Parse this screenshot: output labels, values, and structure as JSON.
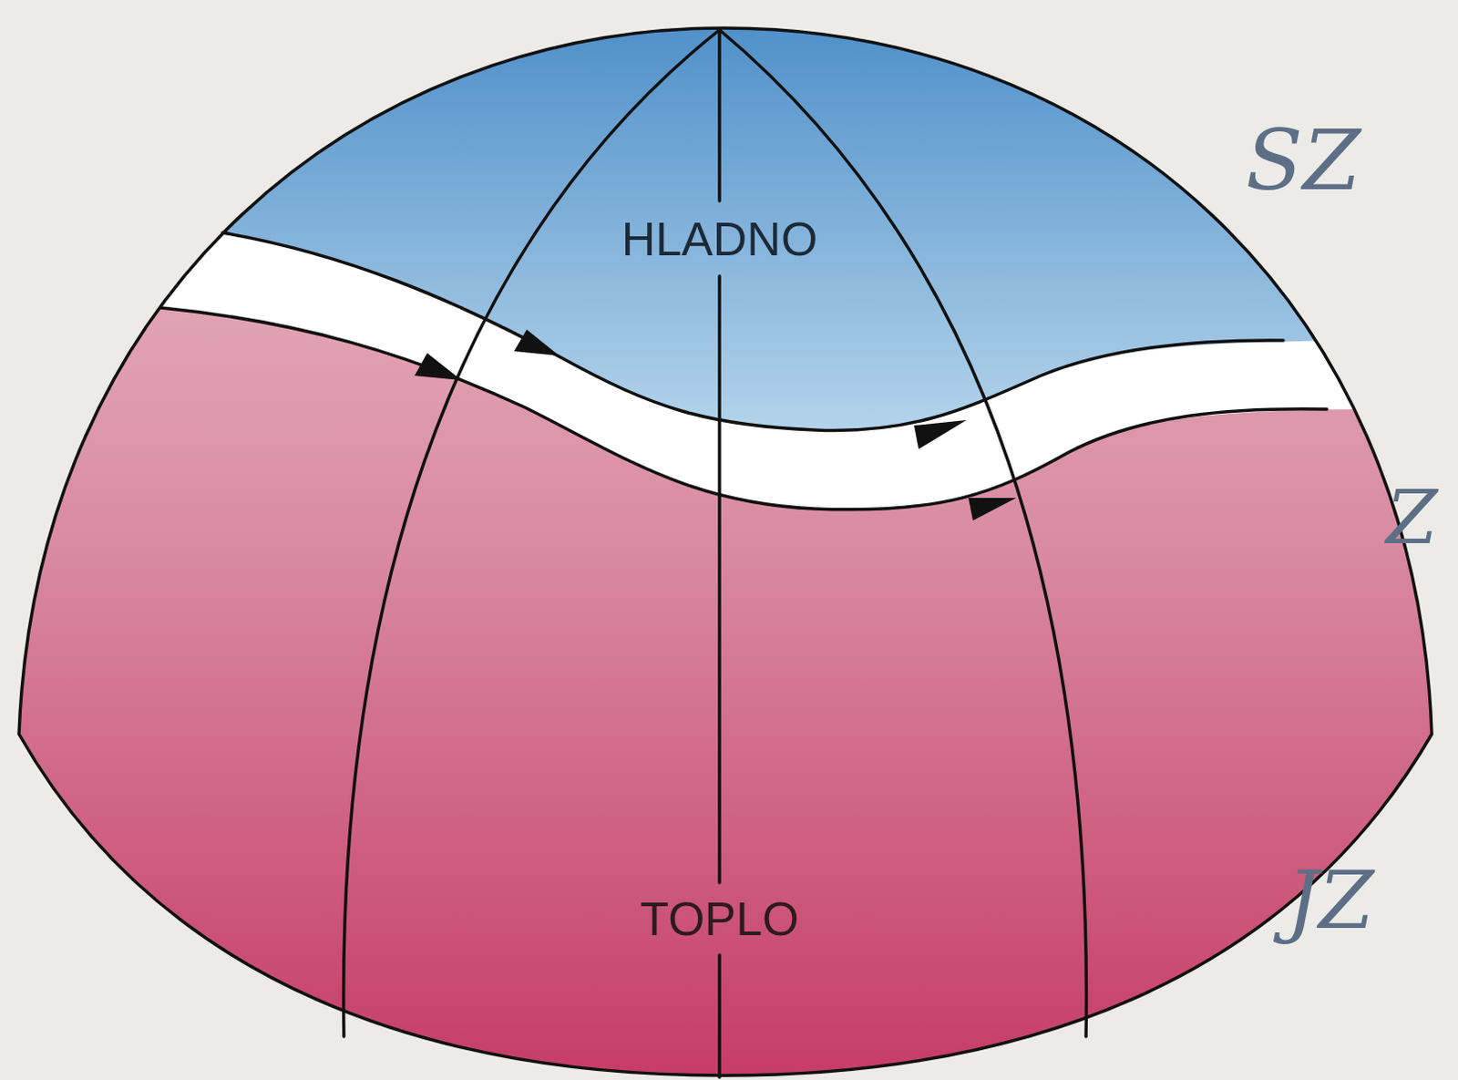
{
  "diagram": {
    "labels": [
      "HLADNO",
      "TOPLO",
      "SZ",
      "Z",
      "JZ"
    ]
  }
}
